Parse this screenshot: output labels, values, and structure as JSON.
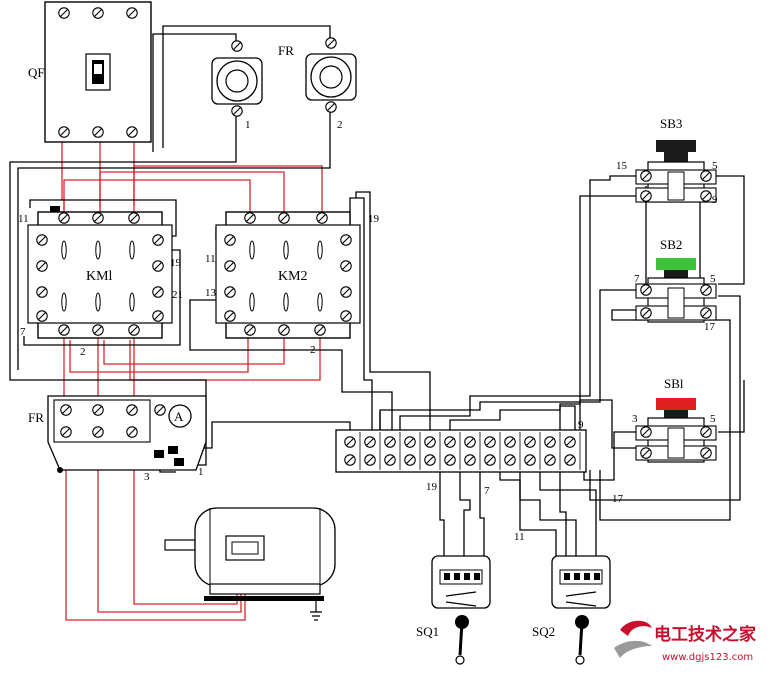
{
  "labels": {
    "qf": "QF",
    "fr_top": "FR",
    "fr_bottom": "FR",
    "km1": "KMl",
    "km2": "KM2",
    "sb3": "SB3",
    "sb2": "SB2",
    "sb1": "SBl",
    "sq1": "SQ1",
    "sq2": "SQ2",
    "ammeter": "A"
  },
  "terminals": {
    "fuse1": "1",
    "fuse2": "2",
    "km1_11": "11",
    "km1_19": "19",
    "km1_21": "21",
    "km1_7": "7",
    "km1_2": "2",
    "km2_11": "11",
    "km2_13": "13",
    "km2_2": "2",
    "wire_19_top": "19",
    "sb3_15": "15",
    "sb3_5": "5",
    "sb3_9": "9",
    "sb2_7": "7",
    "sb2_5": "5",
    "sb2_17": "17",
    "sb1_3": "3",
    "sb1_5": "5",
    "tb_9": "9",
    "tb_19": "19",
    "tb_7": "7",
    "tb_11": "11",
    "tb_17": "17",
    "fr_3": "3",
    "fr_1": "1"
  },
  "watermark": {
    "title": "电工技术之家",
    "url": "www.dgjs123.com"
  },
  "colors": {
    "wire": "#000000",
    "power_wire": "#d9262c",
    "sb3_cap": "#1a1a1a",
    "sb2_cap": "#3ec23e",
    "sb1_cap": "#e02020",
    "watermark": "#c8102e"
  }
}
